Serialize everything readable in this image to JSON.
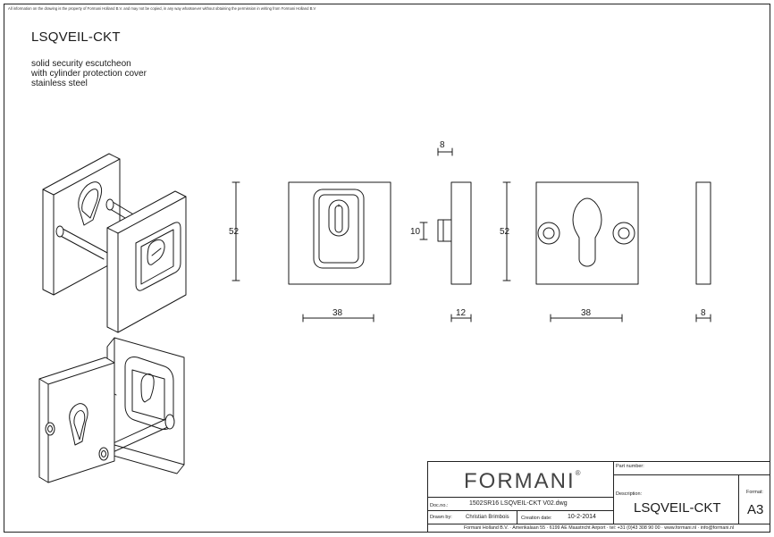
{
  "notice": "All information on the drawing is the property of Formani Holland B.V. and may not be copied, in any way whatsoever without obtaining the permission in writing from Formani Holland B.V",
  "product_code": "LSQVEIL-CKT",
  "description": [
    "solid security escutcheon",
    "with cylinder protection cover",
    "stainless steel"
  ],
  "dimensions": {
    "front_height": "52",
    "front_width": "38",
    "side_top": "8",
    "side_pin": "10",
    "side_bottom": "12",
    "back_height": "52",
    "back_width": "38",
    "back_side_bottom": "8"
  },
  "title_block": {
    "brand": "FORMANI",
    "registered": "®",
    "part_number_label": "Part number:",
    "description_label": "Description:",
    "description_value": "LSQVEIL-CKT",
    "format_label": "Format:",
    "format_value": "A3",
    "doc_no_label": "Doc.no.:",
    "doc_no_value": "1502SR16 LSQVEIL-CKT V02.dwg",
    "drawn_by_label": "Drawn by:",
    "drawn_by_value": "Christian Brimbois",
    "creation_date_label": "Creation date:",
    "creation_date_value": "10-2-2014",
    "footer": "Formani Holland B.V.  ·  Amerikalaan 55  ·  6199 AE Maastricht Airport  ·  tel: +31 (0)43 308 90 00  ·  www.formani.nl  ·  info@formani.nl"
  }
}
